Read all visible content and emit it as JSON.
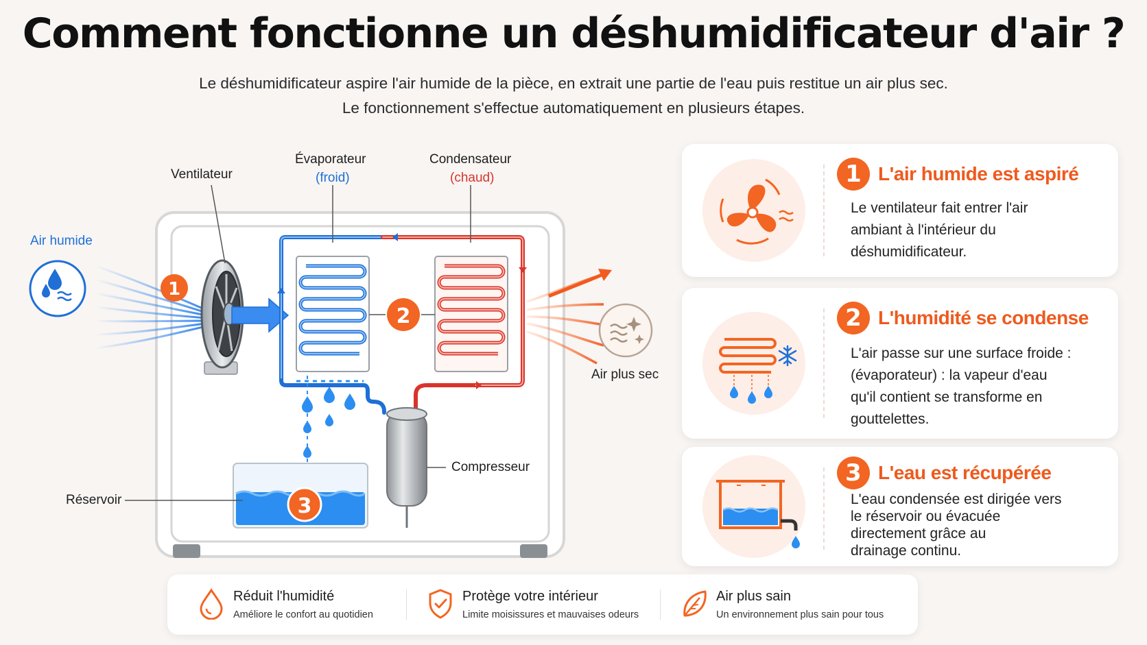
{
  "title": "Comment fonctionne un déshumidificateur d'air ?",
  "subtitle": {
    "line1": "Le déshumidificateur aspire l'air humide de la pièce, en extrait une partie de l'eau puis restitue un air plus sec.",
    "line2": "Le fonctionnement s'effectue automatiquement en plusieurs étapes."
  },
  "diagram": {
    "labels": {
      "ventilateur": "Ventilateur",
      "evaporateur": "Évaporateur",
      "evaporateur_note": "(froid)",
      "condensateur": "Condensateur",
      "condensateur_note": "(chaud)",
      "air_humide": "Air humide",
      "air_plus_sec": "Air plus sec",
      "compresseur": "Compresseur",
      "reservoir": "Réservoir"
    },
    "markers": [
      "1",
      "2",
      "3"
    ]
  },
  "steps": [
    {
      "number": "1",
      "title": "L'air humide est aspiré",
      "body": [
        "Le ventilateur fait entrer l'air",
        "ambiant à l'intérieur du",
        "déshumidificateur."
      ],
      "icon": "fan-icon"
    },
    {
      "number": "2",
      "title": "L'humidité se condense",
      "body": [
        "L'air passe sur une surface froide :",
        "(évaporateur) : la vapeur d'eau",
        "qu'il contient se transforme en",
        "gouttelettes."
      ],
      "icon": "cold-coil-icon"
    },
    {
      "number": "3",
      "title": "L'eau est récupérée",
      "body": [
        "L'eau condensée est dirigée vers",
        "le réservoir ou évacuée",
        "directement grâce au",
        "drainage continu."
      ],
      "icon": "water-tank-icon"
    }
  ],
  "features": [
    {
      "title": "Réduit l'humidité",
      "subtitle": "Améliore le confort au quotidien",
      "icon": "drop-icon"
    },
    {
      "title": "Protège votre intérieur",
      "subtitle": "Limite moisissures et mauvaises odeurs",
      "icon": "shield-check-icon"
    },
    {
      "title": "Air plus sain",
      "subtitle": "Un environnement plus sain pour tous",
      "icon": "leaf-icon"
    }
  ],
  "colors": {
    "accent": "#f26522",
    "cold": "#1f6fd6",
    "hot": "#d9342b",
    "water": "#2b8ef0"
  }
}
